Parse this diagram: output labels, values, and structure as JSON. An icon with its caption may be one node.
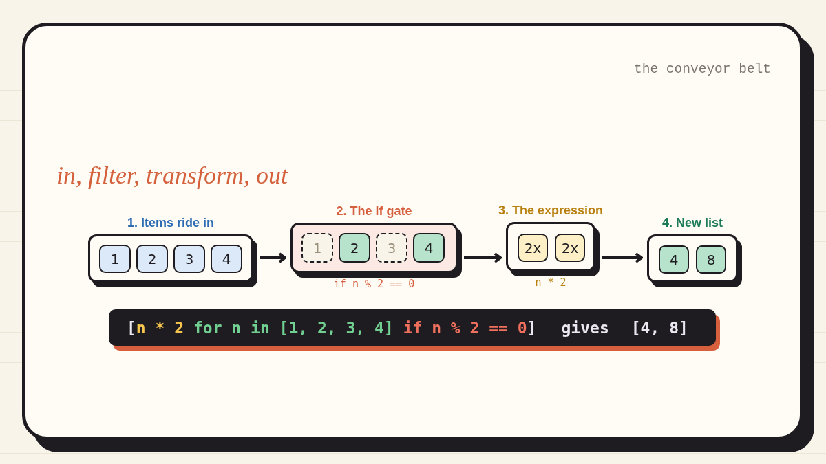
{
  "diagram": {
    "title": "in, filter, transform, out",
    "nodes": [
      {
        "text": [
          "1. Items ride in"
        ]
      },
      {
        "text": [
          "1"
        ],
        "in": 0
      },
      {
        "text": [
          "2"
        ],
        "in": 0
      },
      {
        "text": [
          "3"
        ],
        "in": 0
      },
      {
        "text": [
          "4"
        ],
        "in": 0
      },
      {
        "text": [
          "2. The if gate"
        ],
        "beside": [
          "if n % 2 == 0"
        ]
      },
      {
        "text": [
          "1"
        ],
        "in": 5
      },
      {
        "text": [
          "2"
        ],
        "in": 5
      },
      {
        "text": [
          "3"
        ],
        "in": 5
      },
      {
        "text": [
          "4"
        ],
        "in": 5
      },
      {
        "text": [
          "3. The expression"
        ],
        "beside": [
          "n * 2"
        ]
      },
      {
        "text": [
          "2x"
        ],
        "in": 10
      },
      {
        "text": [
          "2x"
        ],
        "in": 10
      },
      {
        "text": [
          "4. New list"
        ]
      },
      {
        "text": [
          "4"
        ],
        "in": 13
      },
      {
        "text": [
          "8"
        ],
        "in": 13
      },
      {
        "text": [
          "[",
          "n * 2",
          "for n in [1, 2, 3, 4]",
          "if n % 2 == 0",
          "]",
          "gives",
          "[4, 8]"
        ]
      }
    ],
    "edges": [
      {
        "from": 0,
        "to": 5,
        "arrow": "to"
      },
      {
        "from": 5,
        "to": 10,
        "arrow": "to"
      },
      {
        "from": 10,
        "to": 13,
        "arrow": "to"
      }
    ],
    "labels": [
      "the conveyor belt"
    ]
  }
}
